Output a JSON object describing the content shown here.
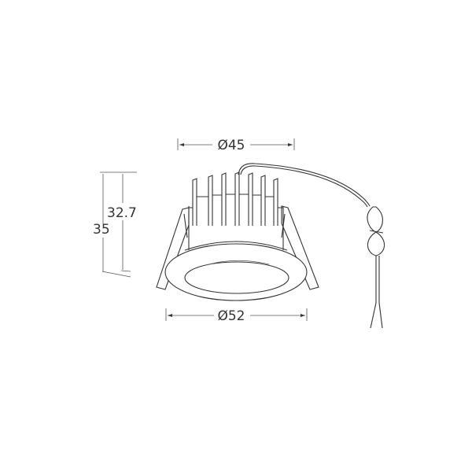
{
  "dimensions": {
    "top_diameter": "Ø45",
    "bottom_diameter": "Ø52",
    "body_height": "32.7",
    "total_height": "35"
  }
}
